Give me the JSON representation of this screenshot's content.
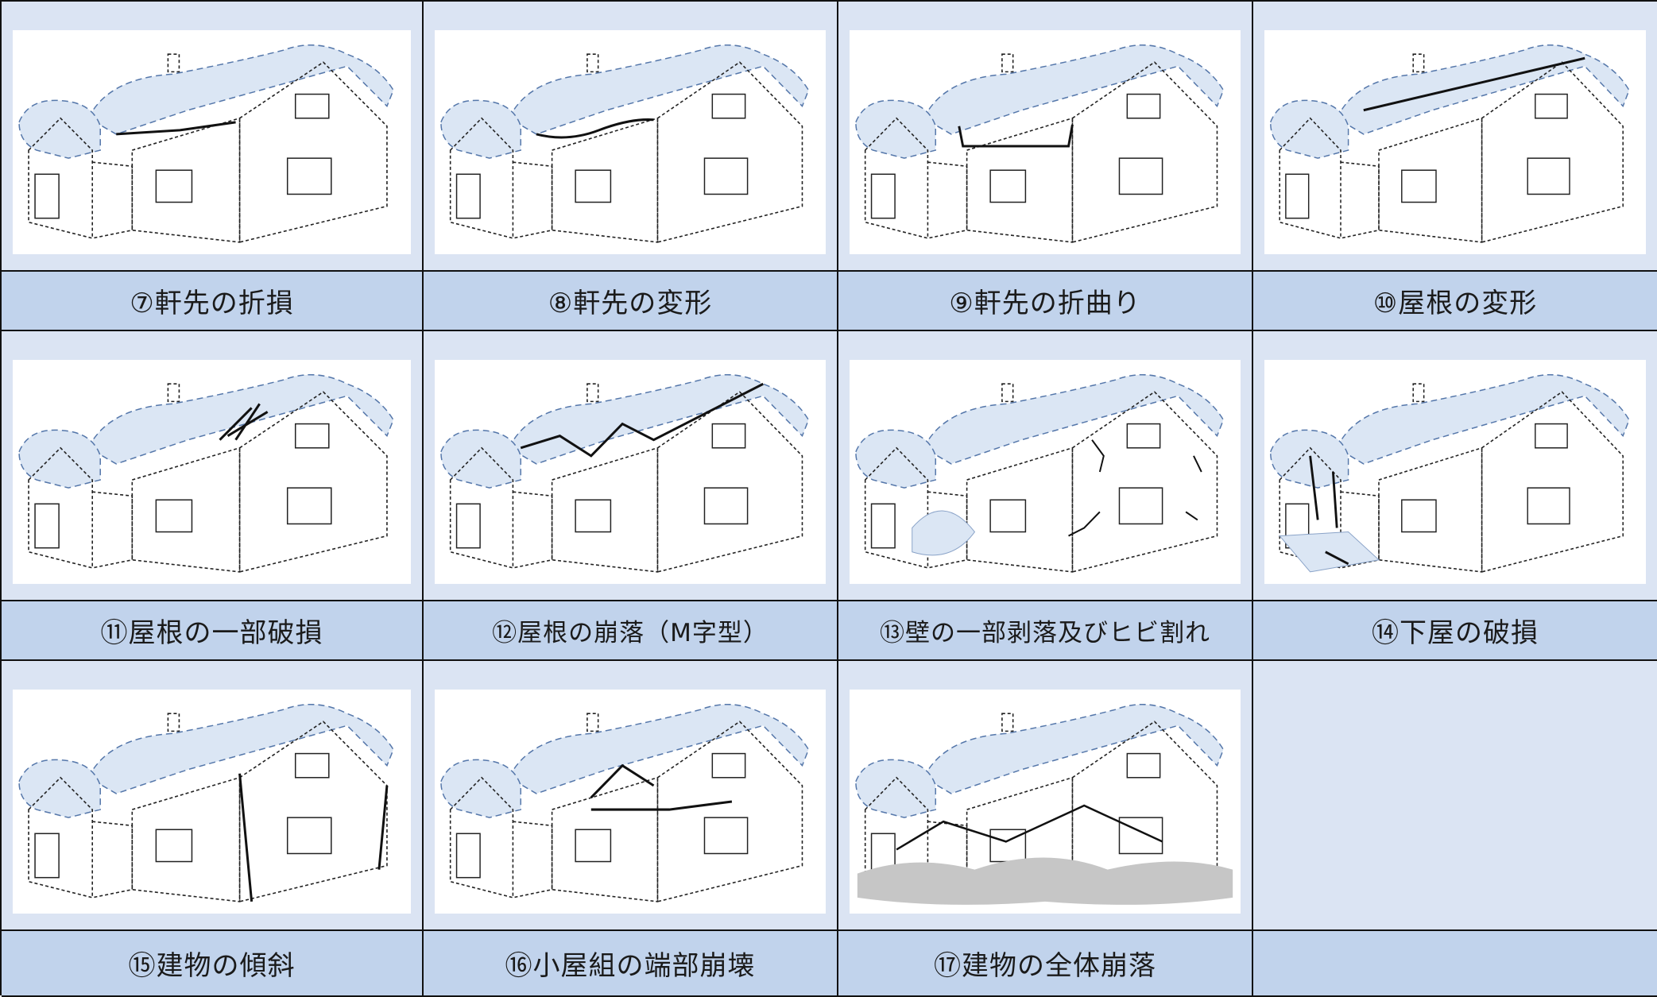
{
  "colors": {
    "panel_bg": "#dbe4f3",
    "caption_bg": "#c1d3ec",
    "snow": "#dbe6f4",
    "rubble": "#c6c6c6"
  },
  "rows": [
    {
      "panels": [
        {
          "damage": "eave-break",
          "caption": "⑦軒先の折損"
        },
        {
          "damage": "eave-deform",
          "caption": "⑧軒先の変形"
        },
        {
          "damage": "eave-bend",
          "caption": "⑨軒先の折曲り"
        },
        {
          "damage": "roof-deform",
          "caption": "⑩屋根の変形"
        }
      ]
    },
    {
      "panels": [
        {
          "damage": "roof-partial",
          "caption": "⑪屋根の一部破損"
        },
        {
          "damage": "roof-m-collapse",
          "caption": "⑫屋根の崩落（M字型）"
        },
        {
          "damage": "wall-crack",
          "caption": "⑬壁の一部剥落及びヒビ割れ"
        },
        {
          "damage": "lower-roof-break",
          "caption": "⑭下屋の破損"
        }
      ]
    },
    {
      "panels": [
        {
          "damage": "building-tilt",
          "caption": "⑮建物の傾斜"
        },
        {
          "damage": "truss-end-collapse",
          "caption": "⑯小屋組の端部崩壊"
        },
        {
          "damage": "total-collapse",
          "caption": "⑰建物の全体崩落"
        }
      ]
    }
  ]
}
